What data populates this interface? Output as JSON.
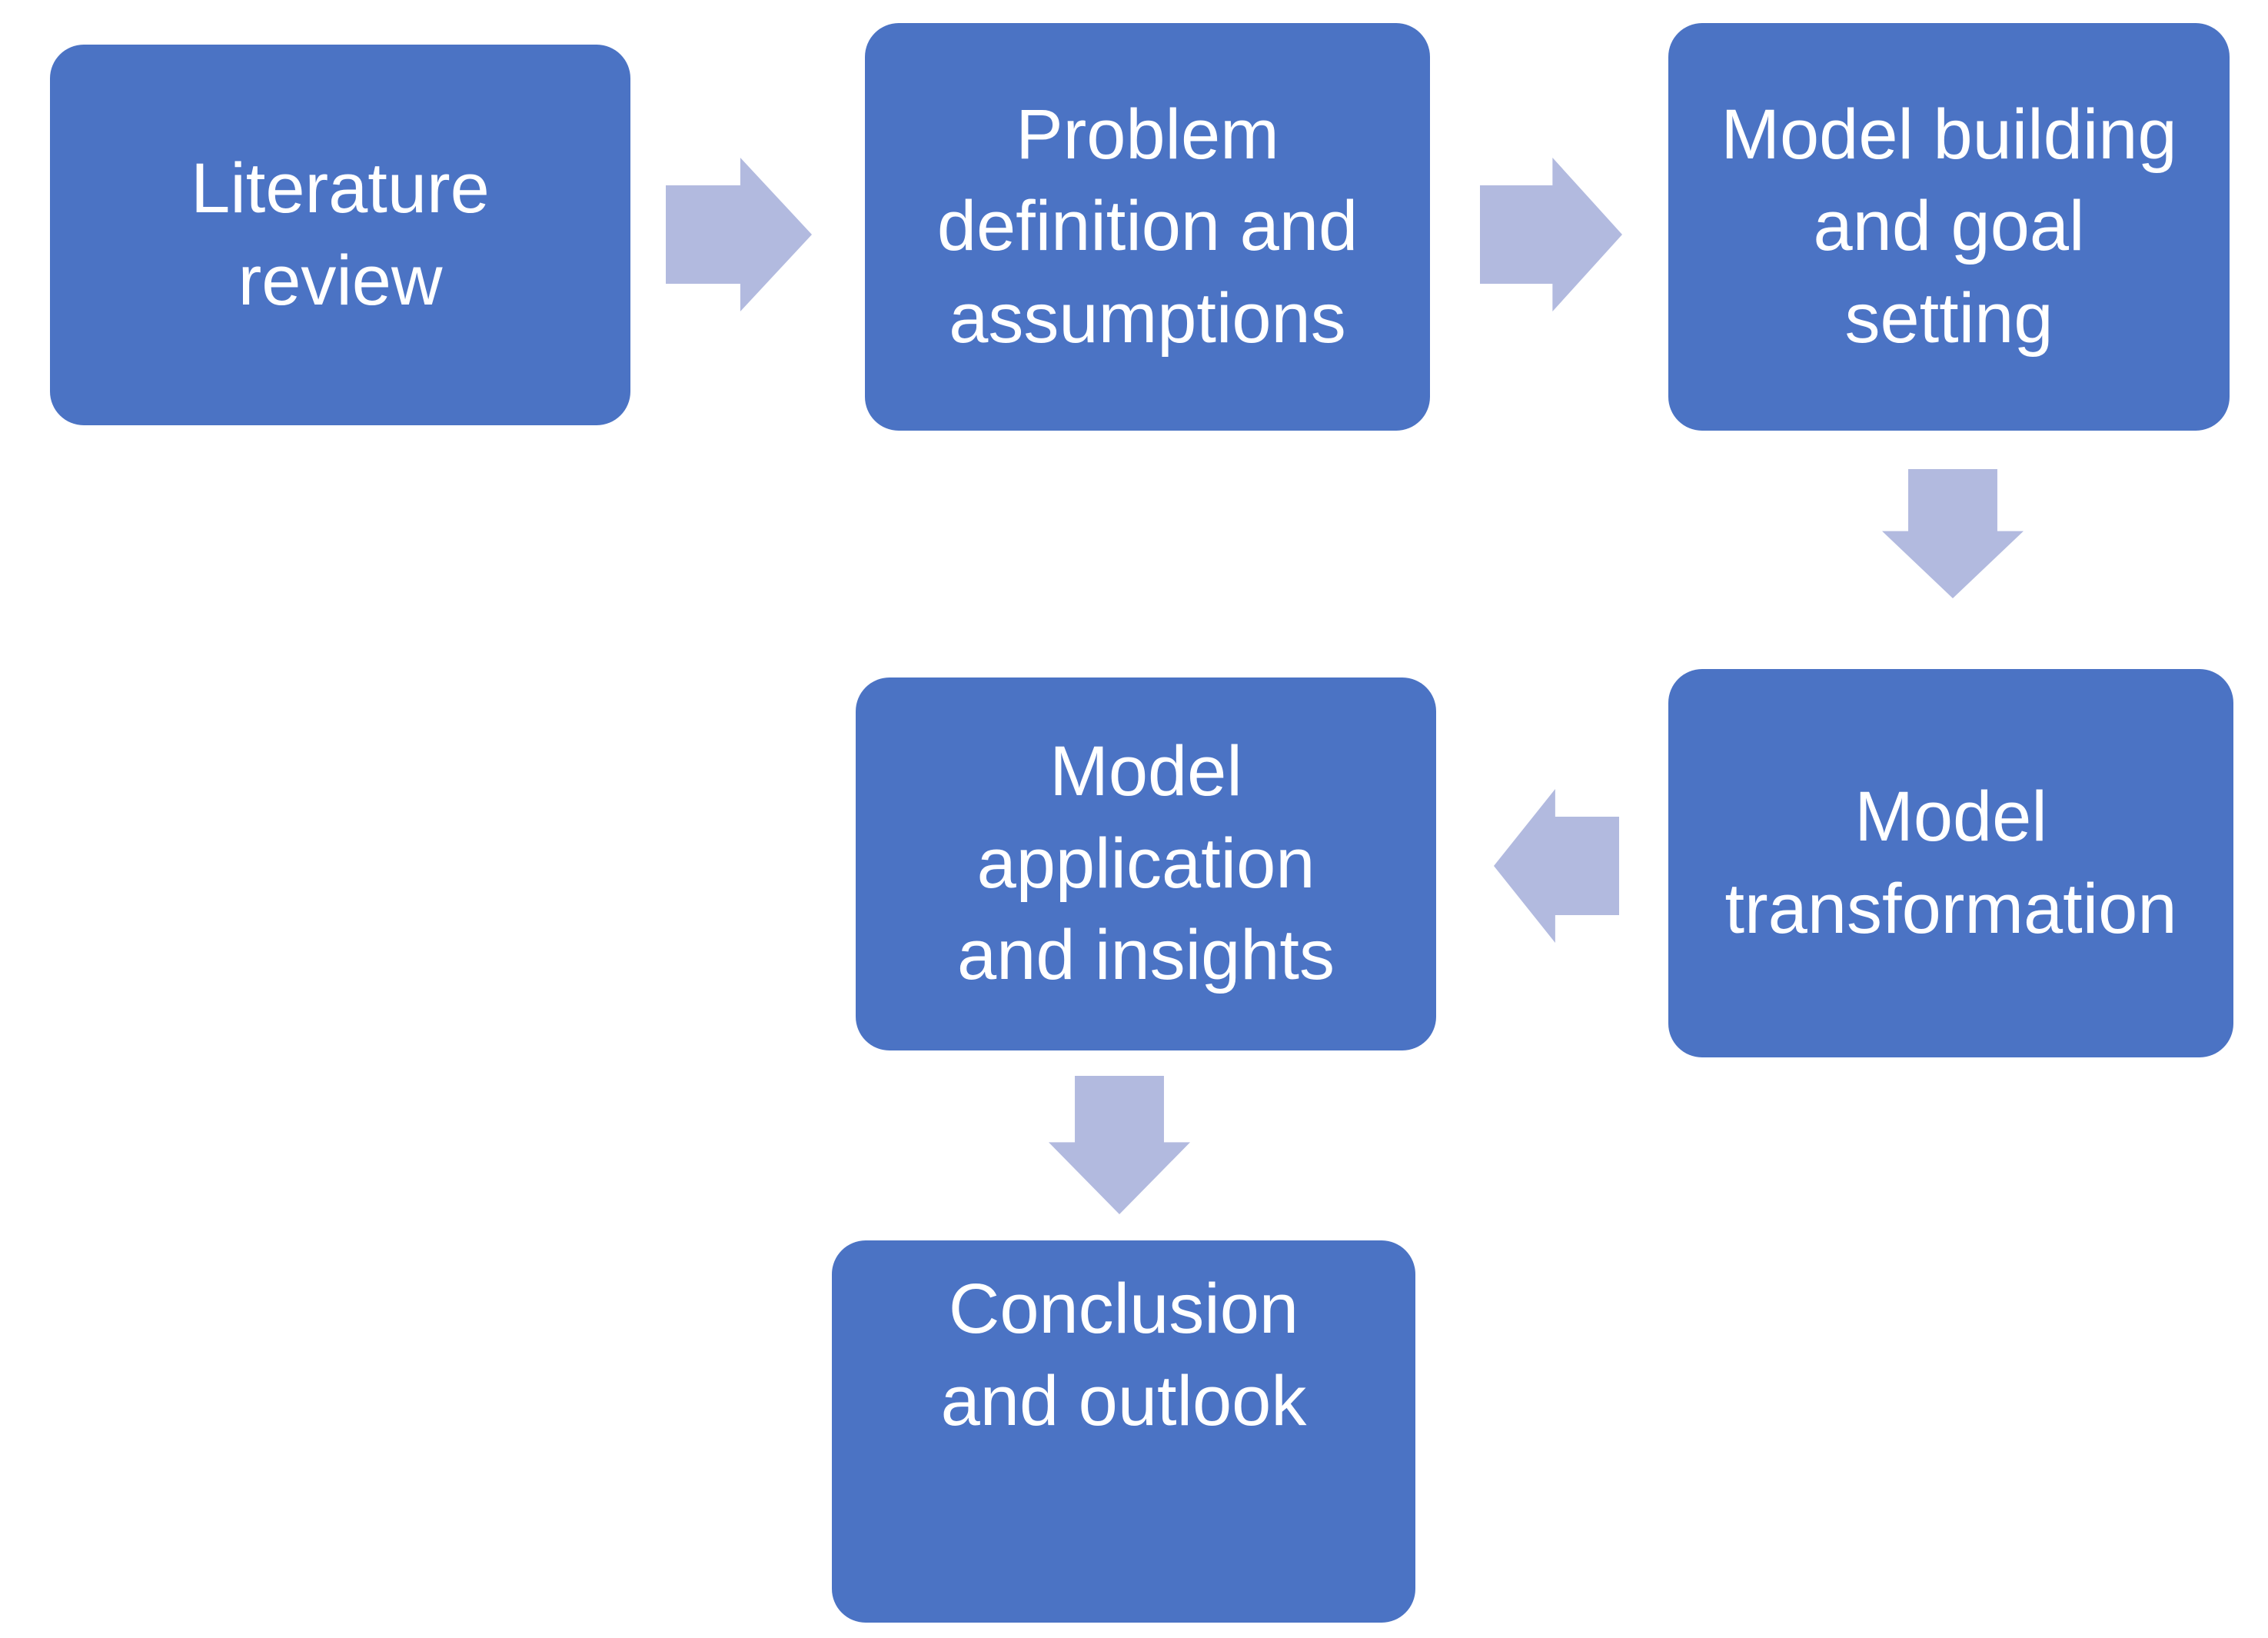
{
  "diagram": {
    "type": "flowchart",
    "colors": {
      "node_fill": "#4B73C4",
      "arrow_fill": "#B2BADF",
      "text_color": "#FFFFFF",
      "background": "#FFFFFF"
    },
    "nodes": [
      {
        "id": "literature-review",
        "label": "Literature\nreview"
      },
      {
        "id": "problem-definition",
        "label": "Problem\ndefinition and\nassumptions"
      },
      {
        "id": "model-building",
        "label": "Model building\nand goal\nsetting"
      },
      {
        "id": "model-transformation",
        "label": "Model\ntransformation"
      },
      {
        "id": "model-application",
        "label": "Model\napplication\nand insights"
      },
      {
        "id": "conclusion-and-outlook",
        "label": "Conclusion\nand outlook"
      }
    ],
    "edges": [
      {
        "from": "literature-review",
        "to": "problem-definition",
        "direction": "right"
      },
      {
        "from": "problem-definition",
        "to": "model-building",
        "direction": "right"
      },
      {
        "from": "model-building",
        "to": "model-transformation",
        "direction": "down"
      },
      {
        "from": "model-transformation",
        "to": "model-application",
        "direction": "left"
      },
      {
        "from": "model-application",
        "to": "conclusion-and-outlook",
        "direction": "down"
      }
    ]
  }
}
